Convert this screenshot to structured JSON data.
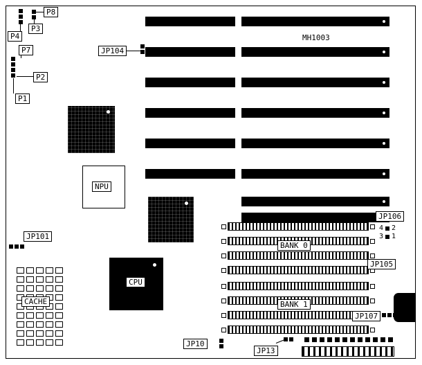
{
  "board": {
    "model": "MH1003"
  },
  "labels": {
    "p8": "P8",
    "p3": "P3",
    "p4": "P4",
    "p7": "P7",
    "p2": "P2",
    "p1": "P1",
    "jp101": "JP101",
    "jp104": "JP104",
    "jp105": "JP105",
    "jp106": "JP106",
    "jp107": "JP107",
    "jp10": "JP10",
    "jp13": "JP13"
  },
  "chips": {
    "npu": "NPU",
    "cpu": "CPU",
    "cache": "CACHE"
  },
  "memory": {
    "bank0": "BANK 0",
    "bank1": "BANK 1",
    "sockets_per_bank": 4
  },
  "jp106_pins": {
    "top_left": "4",
    "top_right": "2",
    "bottom_left": "3",
    "bottom_right": "1"
  },
  "structure": {
    "isa_slot_rows_full": 6,
    "isa_slot_rows_short": 2,
    "cache_grid": {
      "cols": 5,
      "rows": 9
    },
    "bottom_pad_count": 12
  }
}
